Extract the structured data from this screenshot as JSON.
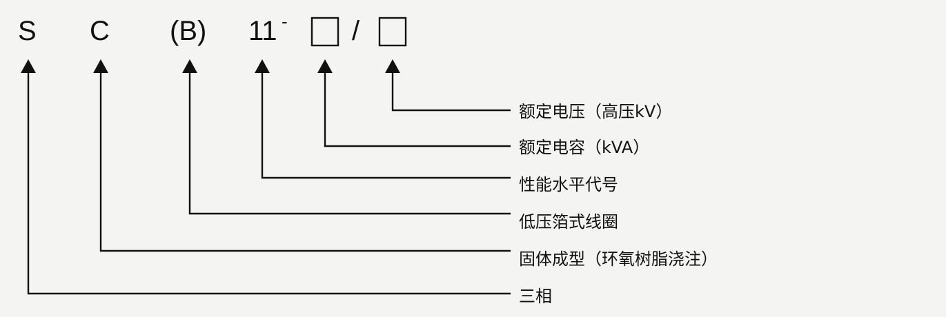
{
  "code": {
    "s": "S",
    "c": "C",
    "b": "(B)",
    "eleven": "11",
    "dash": "-",
    "slash": "/"
  },
  "labels": [
    "额定电压（高压kV）",
    "额定电容（kVA）",
    "性能水平代号",
    "低压箔式线圈",
    "固体成型（环氧树脂浇注）",
    "三相"
  ]
}
